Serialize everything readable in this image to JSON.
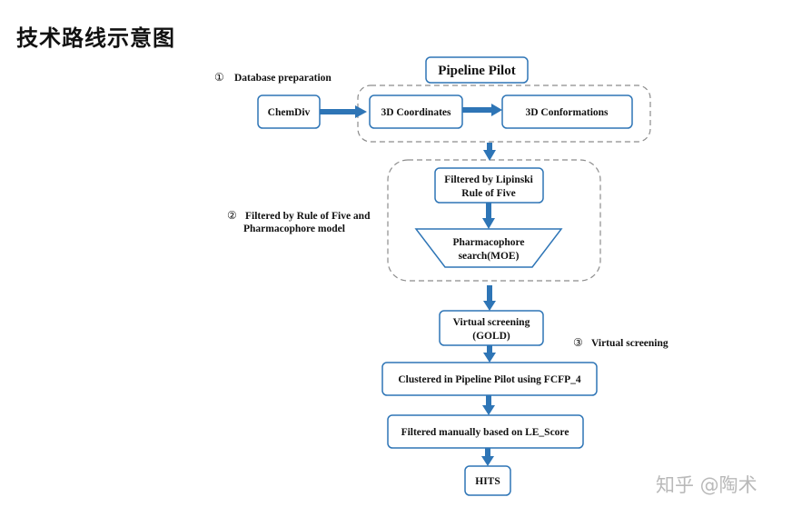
{
  "title": "技术路线示意图",
  "watermark": "知乎 @陶术",
  "colors": {
    "box_border": "#2e75b6",
    "arrow": "#2e75b6",
    "dashed_group": "#8c8c8c"
  },
  "steps": {
    "step1": {
      "number": "①",
      "label": "Database preparation"
    },
    "step2": {
      "number": "②",
      "label_line1": "Filtered by Rule of Five and",
      "label_line2": "Pharmacophore model"
    },
    "step3": {
      "number": "③",
      "label": "Virtual screening"
    }
  },
  "nodes": {
    "pipeline_pilot": "Pipeline Pilot",
    "chemdiv": "ChemDiv",
    "coords_3d": "3D Coordinates",
    "conformations_3d": "3D Conformations",
    "lipinski_line1": "Filtered by Lipinski",
    "lipinski_line2": "Rule of Five",
    "pharmacophore_line1": "Pharmacophore",
    "pharmacophore_line2": "search(MOE)",
    "vs_line1": "Virtual screening",
    "vs_line2": "(GOLD)",
    "clustered": "Clustered in Pipeline Pilot using FCFP_4",
    "filtered_le": "Filtered manually based on LE_Score",
    "hits": "HITS"
  }
}
